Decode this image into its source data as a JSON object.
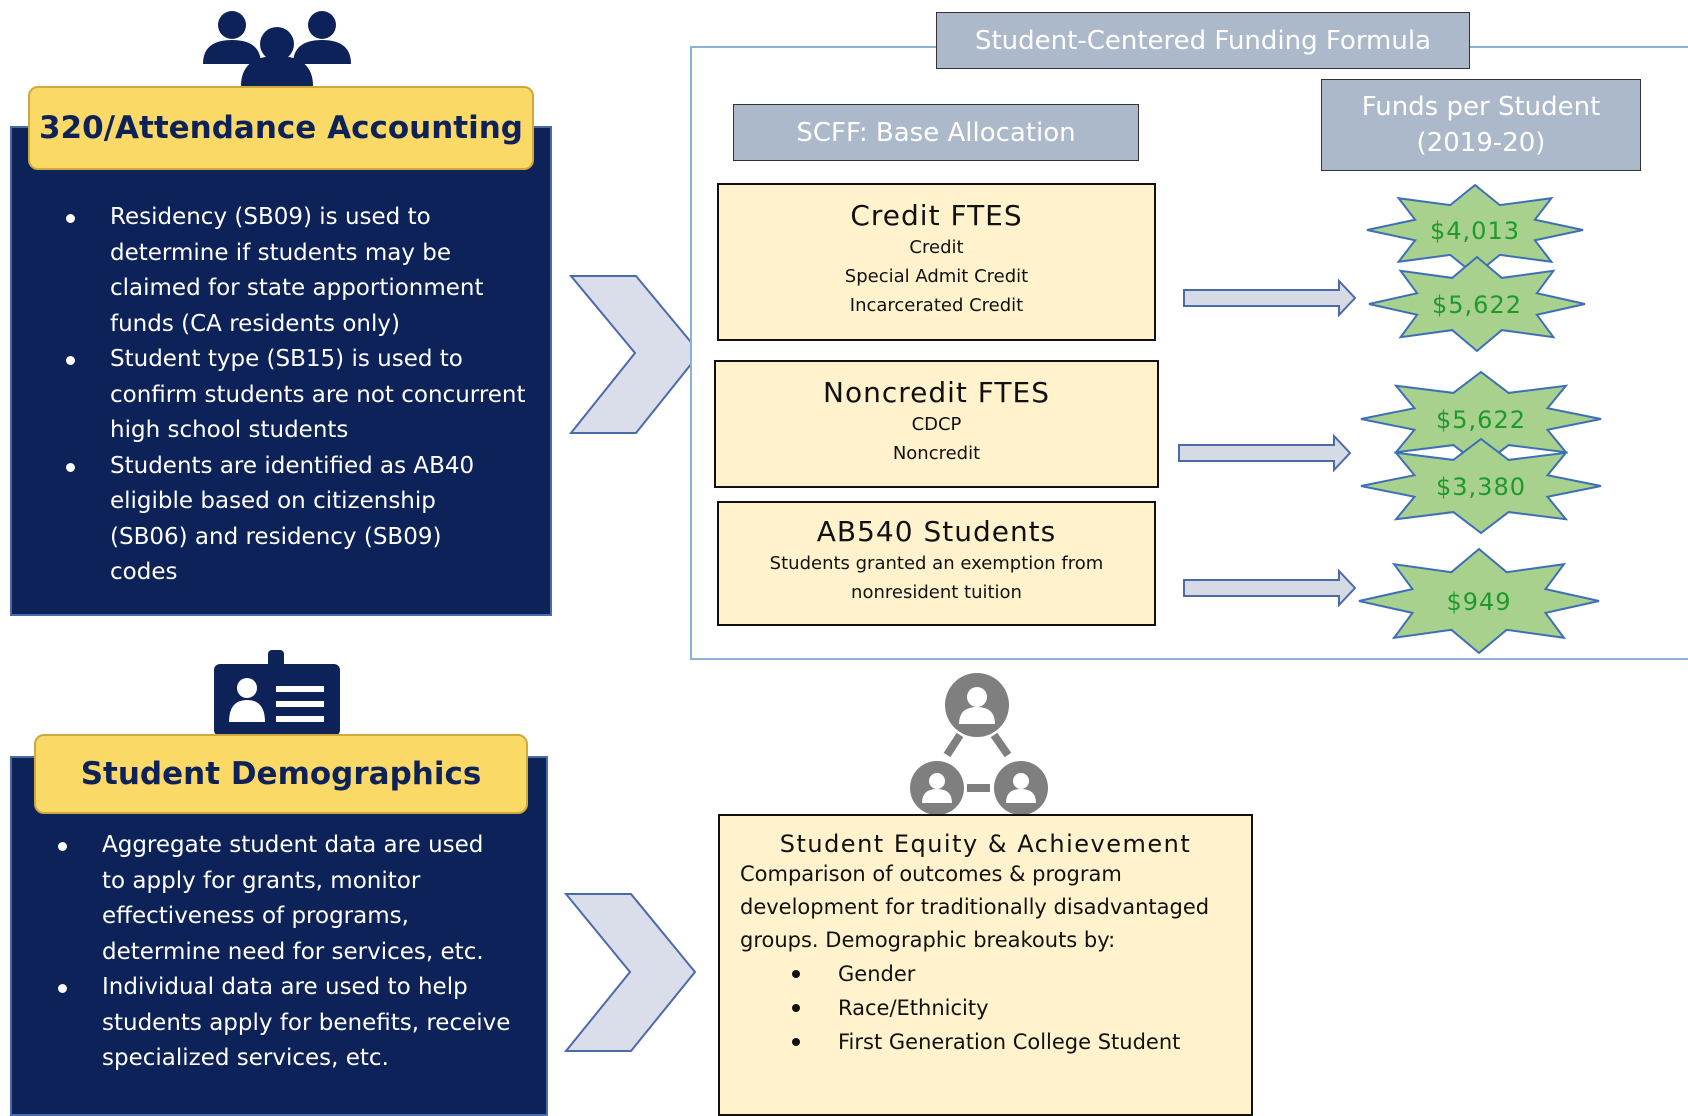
{
  "attendance": {
    "title": "320/Attendance Accounting",
    "bullets": [
      "Residency (SB09) is used to determine if students may be claimed for state apportionment funds (CA residents only)",
      "Student type (SB15) is used to confirm students are not concurrent high school students",
      "Students are identified as AB40 eligible based on citizenship (SB06) and residency (SB09) codes"
    ],
    "icon": "people-group-icon"
  },
  "demographics": {
    "title": "Student Demographics",
    "bullets": [
      "Aggregate student data are used to apply for grants, monitor effectiveness of programs, determine need for services, etc.",
      "Individual data are used to help students apply for benefits, receive specialized services, etc."
    ],
    "icon": "id-badge-icon"
  },
  "formula": {
    "title": "Student-Centered Funding Formula",
    "base_label": "SCFF: Base Allocation",
    "funds_label_line1": "Funds per Student",
    "funds_label_line2": "(2019-20)",
    "categories": [
      {
        "title": "Credit FTES",
        "lines": [
          "Credit",
          "Special Admit Credit",
          "Incarcerated Credit"
        ]
      },
      {
        "title": "Noncredit FTES",
        "lines": [
          "CDCP",
          "Noncredit"
        ]
      },
      {
        "title": "AB540 Students",
        "lines": [
          "Students granted an exemption from",
          "nonresident tuition"
        ]
      }
    ],
    "amounts": [
      "$4,013",
      "$5,622",
      "$5,622",
      "$3,380",
      "$949"
    ]
  },
  "equity": {
    "title": "Student Equity & Achievement",
    "description": "Comparison of outcomes & program development for traditionally disadvantaged groups. Demographic breakouts by:",
    "bullets": [
      "Gender",
      "Race/Ethnicity",
      "First Generation College Student"
    ],
    "icon": "network-people-icon"
  },
  "colors": {
    "navy": "#0d2259",
    "gold": "#fbd966",
    "cream": "#fff2cc",
    "star_green": "#a9d18e",
    "amount_text": "#1e9a2c",
    "frame_blue": "#8ab2d6",
    "label_gray": "#acb9ca"
  }
}
